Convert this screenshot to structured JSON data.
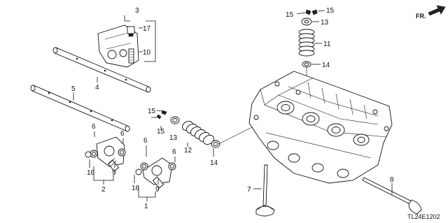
{
  "diagram_code": "TL24E1202",
  "direction_label": "FR.",
  "callouts": {
    "c1": "1",
    "c2": "2",
    "c3": "3",
    "c4": "4",
    "c5": "5",
    "c6a": "6",
    "c6b": "6",
    "c6c": "6",
    "c6d": "6",
    "c7": "7",
    "c8": "8",
    "c9a": "9",
    "c9b": "9",
    "c10": "10",
    "c11": "11",
    "c12": "12",
    "c13a": "13",
    "c13b": "13",
    "c14a": "14",
    "c14b": "14",
    "c15a": "15",
    "c15b": "15",
    "c15c": "15",
    "c15d": "15",
    "c16a": "16",
    "c16b": "16",
    "c17": "17"
  }
}
